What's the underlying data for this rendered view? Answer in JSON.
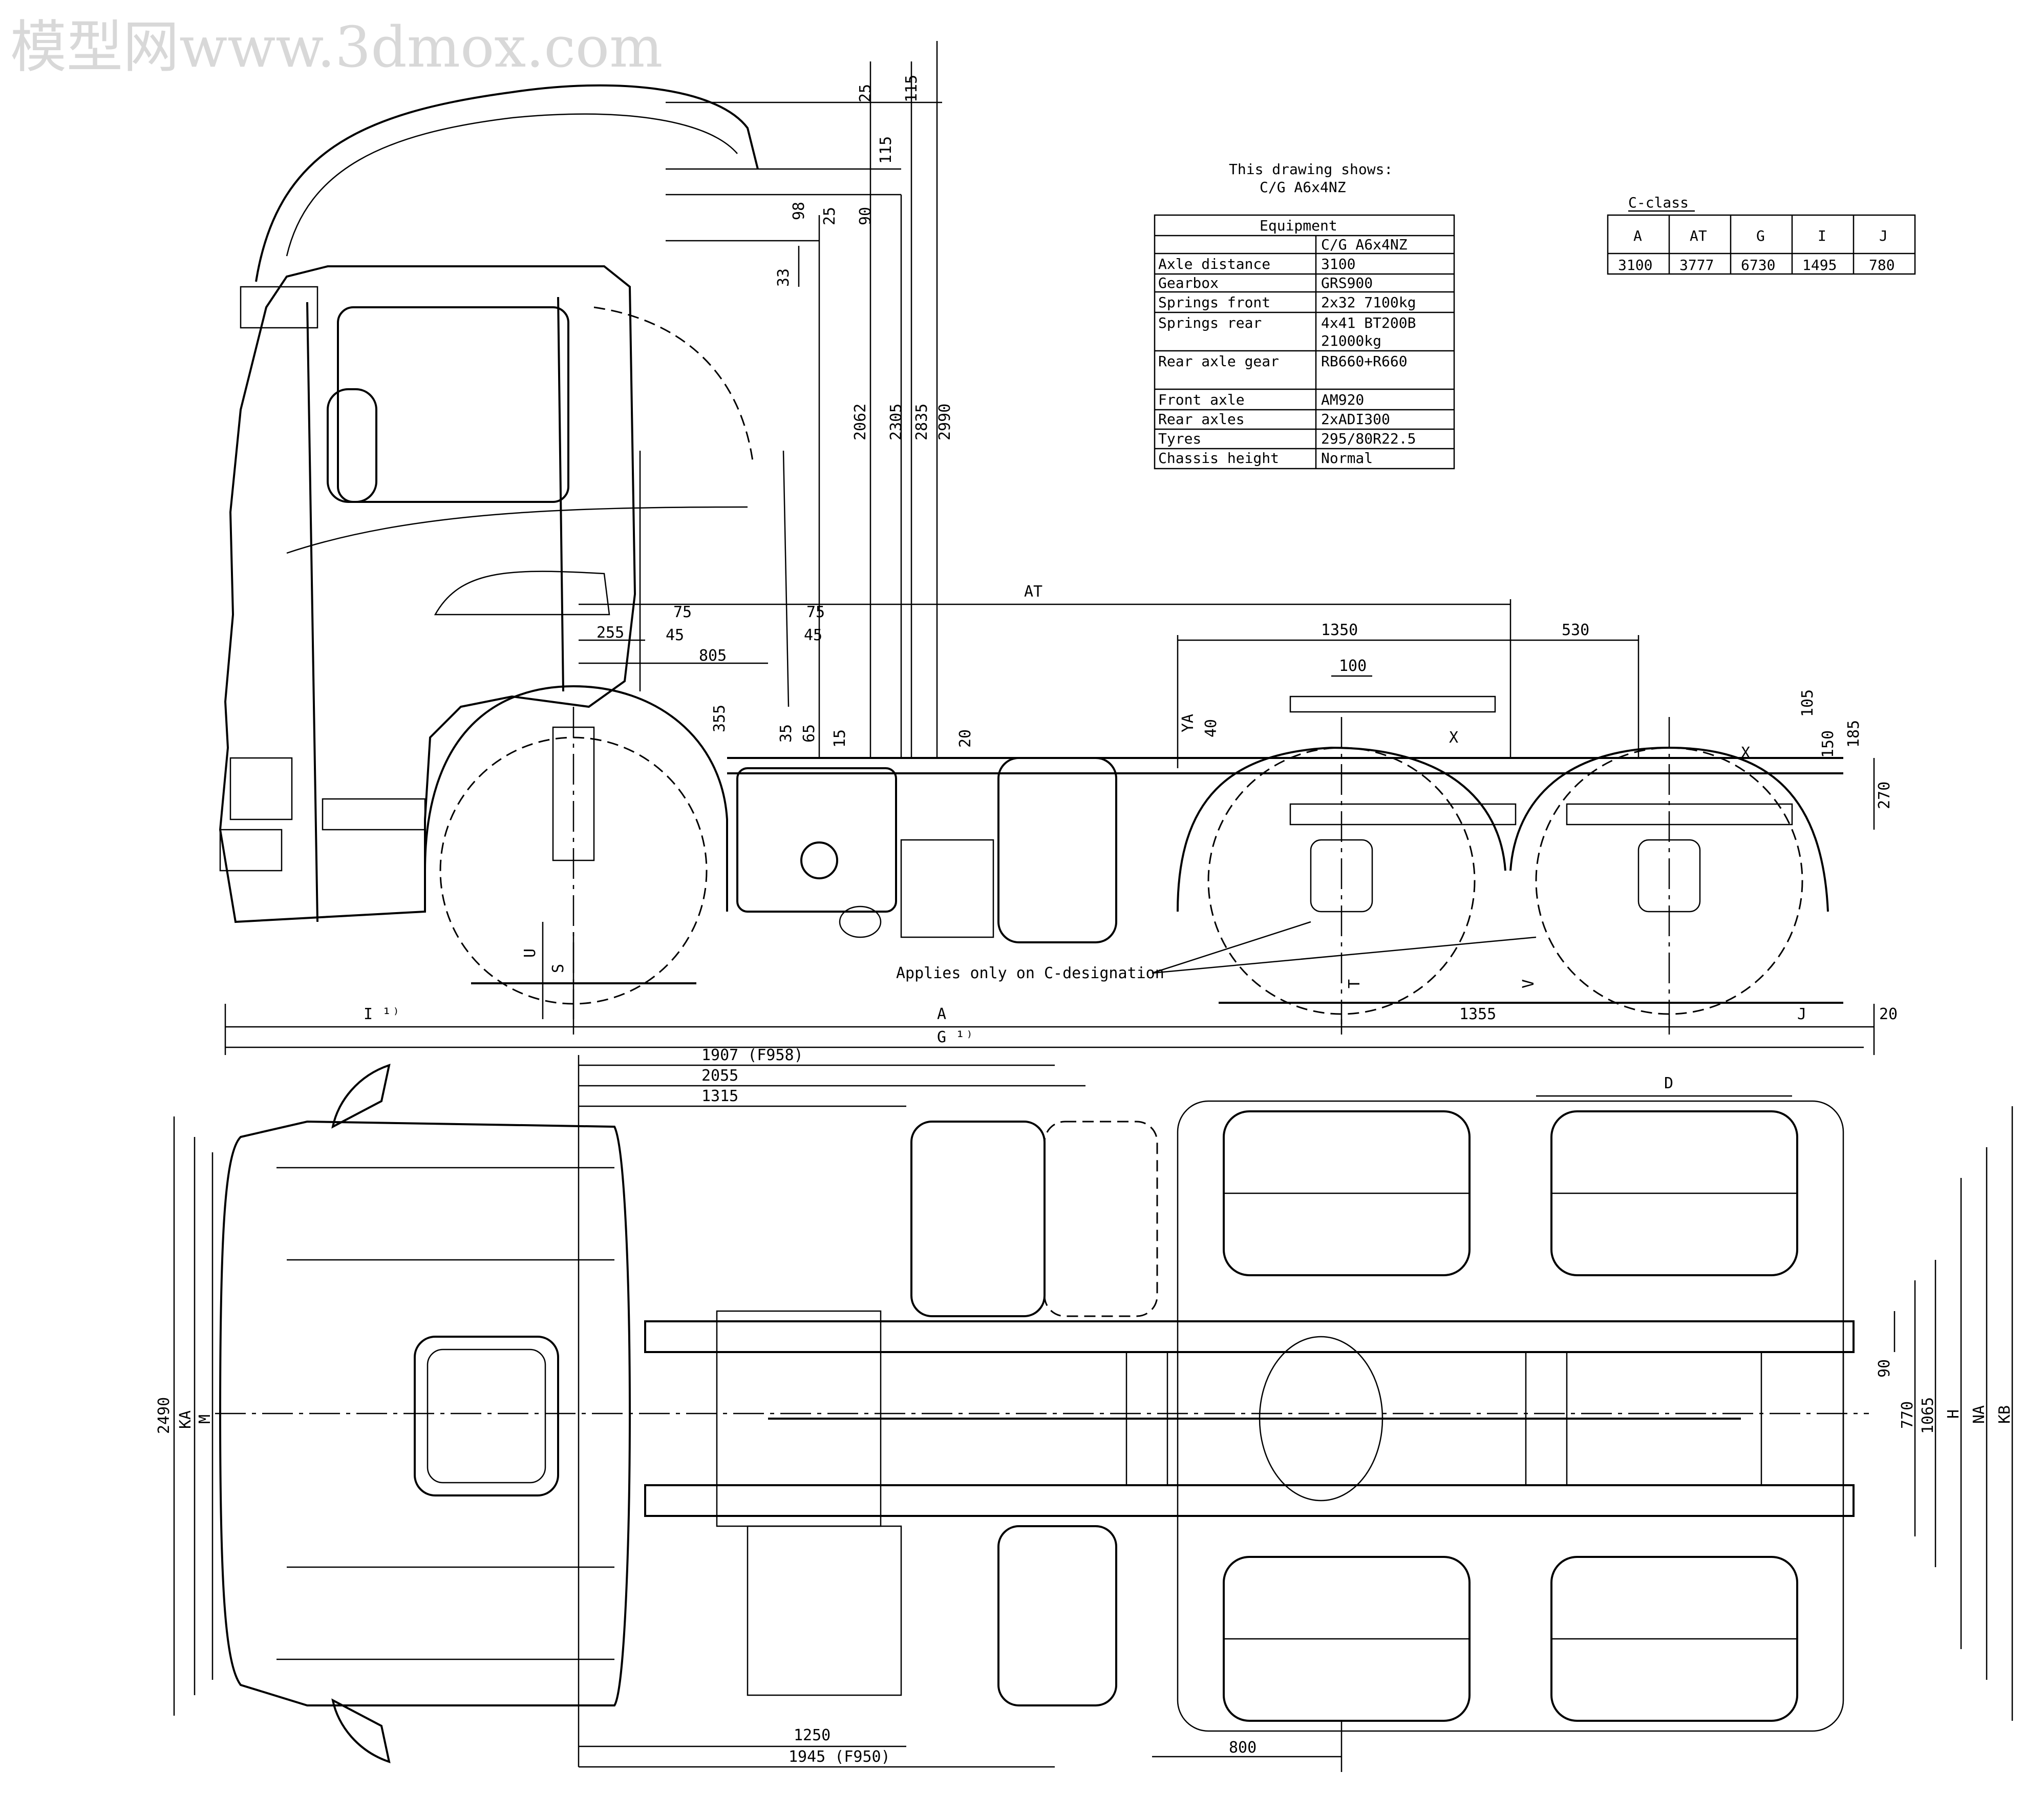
{
  "watermark": "模型网www.3dmox.com",
  "drawing_note": {
    "line1": "This drawing shows:",
    "line2": "C/G A6x4NZ"
  },
  "equipment_table": {
    "title": "Equipment",
    "header_value": "C/G A6x4NZ",
    "rows": [
      {
        "label": "Axle distance",
        "value": "3100"
      },
      {
        "label": "Gearbox",
        "value": "GRS900"
      },
      {
        "label": "Springs front",
        "value": "2x32 7100kg"
      },
      {
        "label": "Springs rear",
        "value": "4x41 BT200B",
        "value2": "21000kg"
      },
      {
        "label": "Rear axle gear",
        "value": "RB660+R660"
      },
      {
        "label": "Front axle",
        "value": "AM920"
      },
      {
        "label": "Rear axles",
        "value": "2xADI300"
      },
      {
        "label": "Tyres",
        "value": "295/80R22.5"
      },
      {
        "label": "Chassis height",
        "value": "Normal"
      }
    ]
  },
  "cclass_table": {
    "title": "C-class",
    "headers": [
      "A",
      "AT",
      "G",
      "I",
      "J"
    ],
    "values": [
      "3100",
      "3777",
      "6730",
      "1495",
      "780"
    ]
  },
  "side_view_dims": {
    "h25a": "25",
    "h115a": "115",
    "h115b": "115",
    "h98": "98",
    "h25b": "25",
    "h90": "90",
    "h33": "33",
    "h2062": "2062",
    "h2305": "2305",
    "h2835": "2835",
    "h2990": "2990",
    "AT": "AT",
    "d255": "255",
    "d75a": "75",
    "d45a": "45",
    "d805": "805",
    "d75b": "75",
    "d45b": "45",
    "d355": "355",
    "d35": "35",
    "d65": "65",
    "d15": "15",
    "d20a": "20",
    "d1350": "1350",
    "d530": "530",
    "d100": "100",
    "YA": "YA",
    "d40": "40",
    "X1": "X",
    "X2": "X",
    "d105": "105",
    "d150": "150",
    "d185": "185",
    "d270": "270",
    "applies": "Applies only on C-designation",
    "U": "U",
    "S": "S",
    "T": "T",
    "V": "V",
    "I1": "I ¹⁾",
    "A": "A",
    "d1355": "1355",
    "J": "J",
    "d20b": "20",
    "G1": "G ¹⁾"
  },
  "top_view_dims": {
    "d1907": "1907 (F958)",
    "d2055": "2055",
    "d1315": "1315",
    "D": "D",
    "d2490": "2490",
    "KA": "KA",
    "M": "M",
    "d90": "90",
    "d770": "770",
    "d1065": "1065",
    "H": "H",
    "NA": "NA",
    "KB": "KB",
    "d1250": "1250",
    "d1945": "1945 (F950)",
    "d800": "800"
  }
}
